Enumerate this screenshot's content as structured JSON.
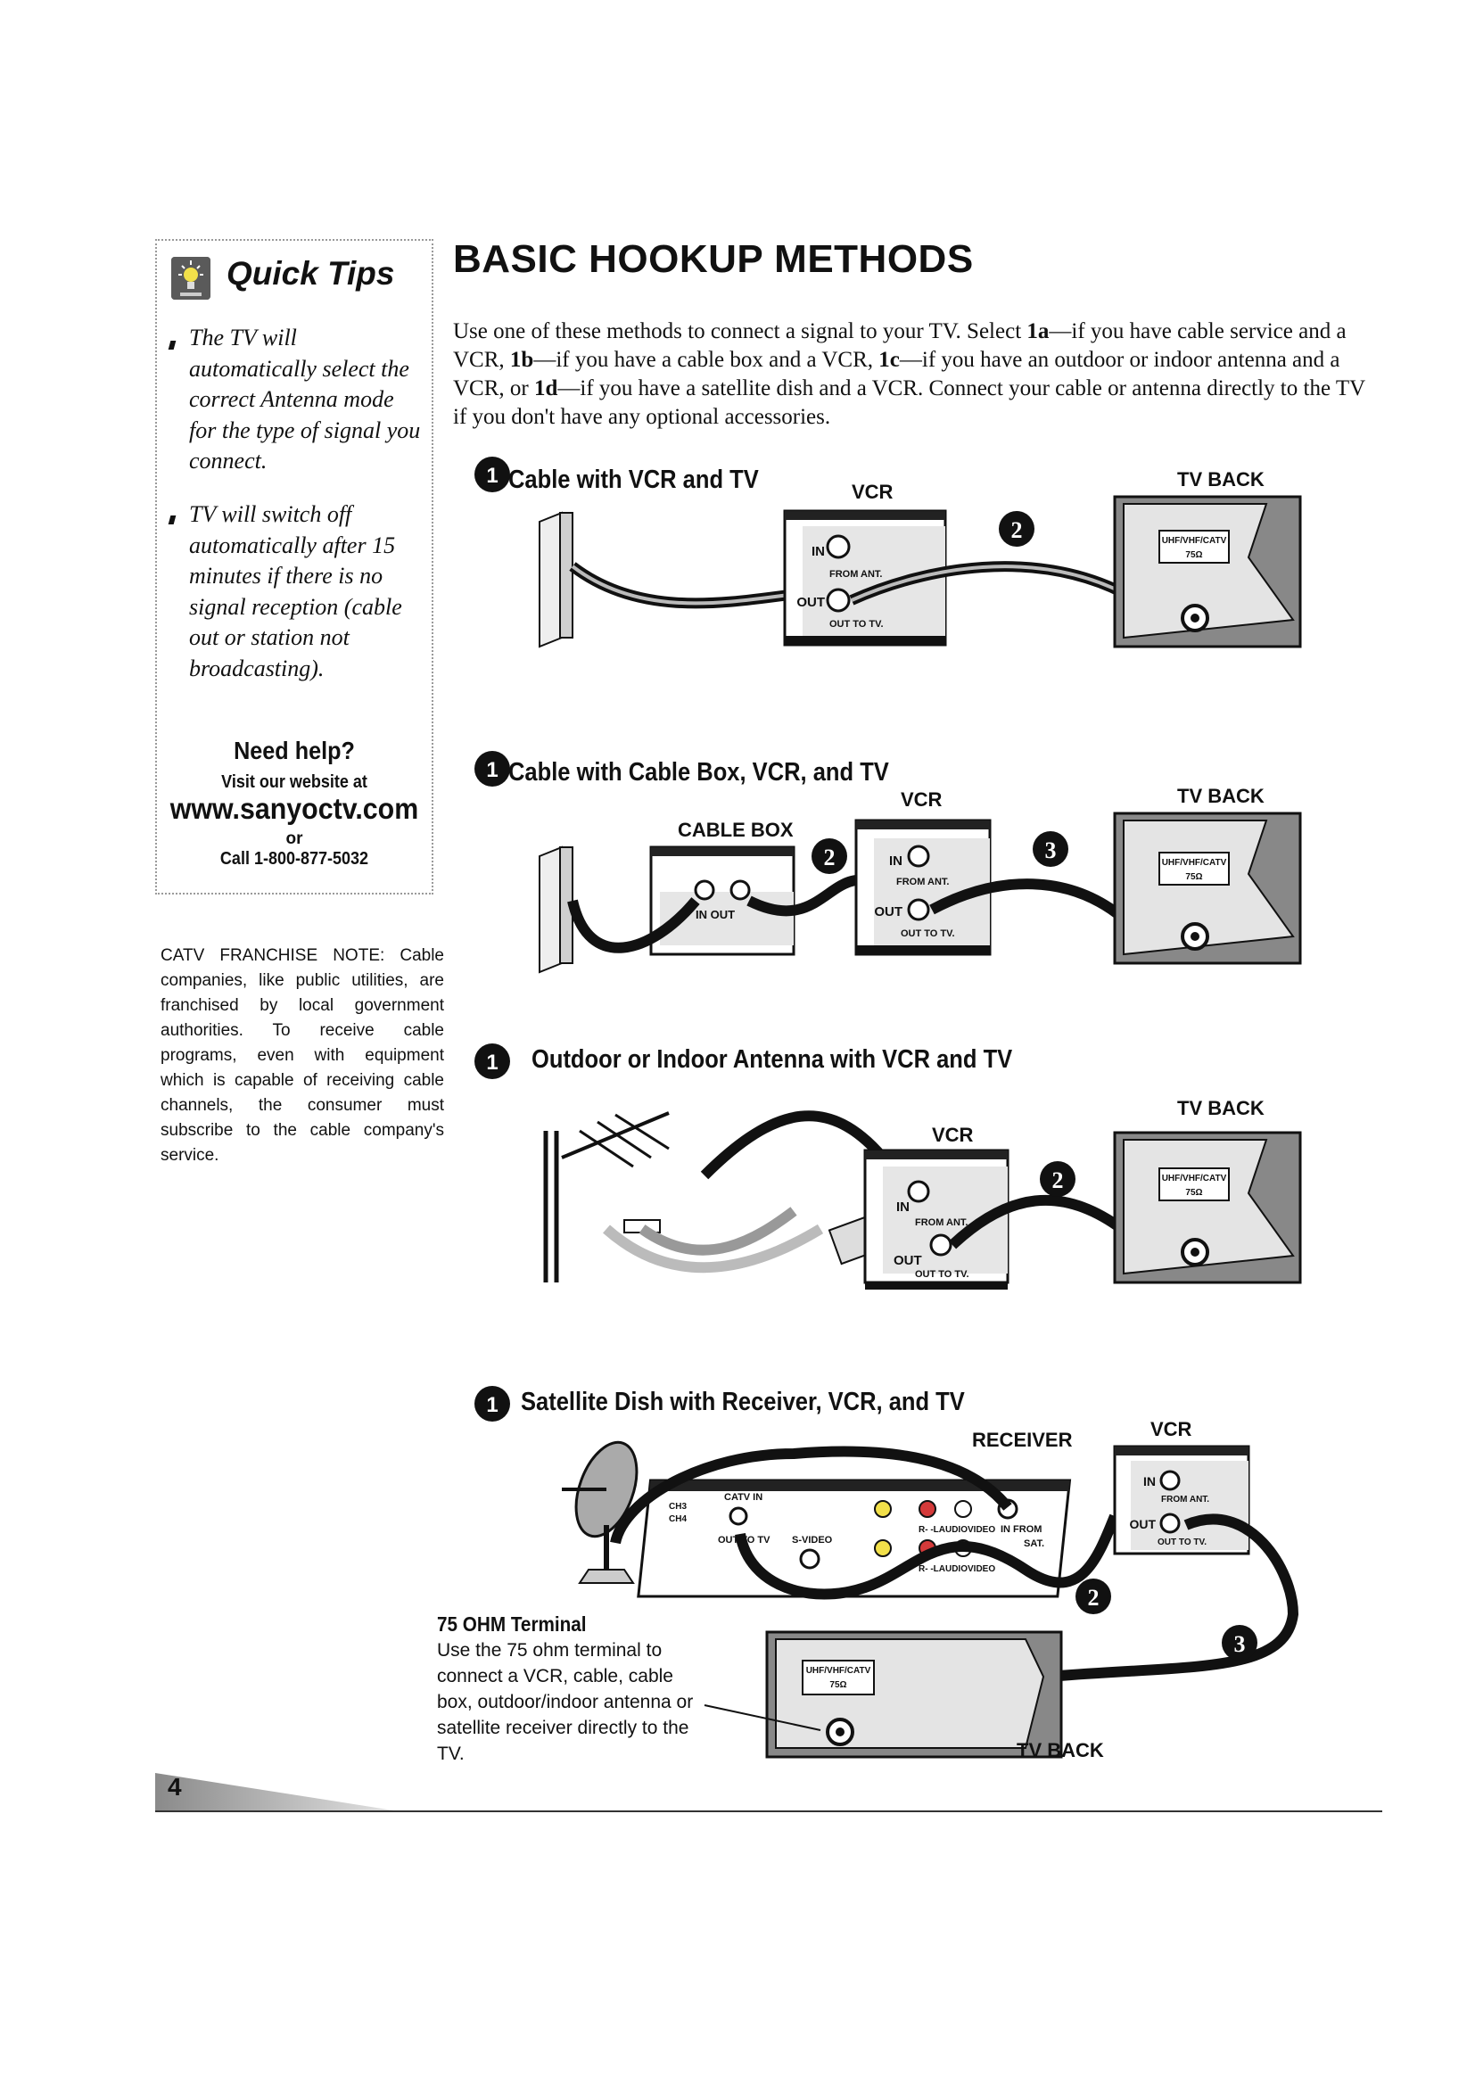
{
  "sidebar": {
    "title": "Quick Tips",
    "tips": [
      "The TV will automatically select the correct Antenna mode for the type of signal you connect.",
      "TV will switch off automatically after 15 minutes if there is no signal reception (cable out or station not broadcasting)."
    ],
    "help": {
      "heading": "Need help?",
      "visit": "Visit our website at",
      "website": "www.sanyoctv.com",
      "or": "or",
      "call": "Call 1-800-877-5032"
    },
    "catv_note": "CATV FRANCHISE NOTE: Cable companies, like public utilities, are franchised by local government authorities. To receive cable programs, even with equipment which is capable of receiving cable channels, the consumer must subscribe to the cable company's service."
  },
  "main": {
    "title": "BASIC HOOKUP METHODS",
    "intro": {
      "p1": "Use one of these methods to connect a signal to your TV. Select ",
      "k1": "1a",
      "p2": "—if you have cable service and a VCR, ",
      "k2": "1b",
      "p3": "—if you have a cable box and a VCR, ",
      "k3": "1c",
      "p4": "—if you have an outdoor or indoor antenna and a VCR, or ",
      "k4": "1d",
      "p5": "—if you have a satellite dish and a VCR. Connect your cable or antenna directly to the TV if you don't have any optional accessories."
    },
    "sections": [
      {
        "title": "Cable with VCR and TV"
      },
      {
        "title": "Cable with Cable Box, VCR, and TV"
      },
      {
        "title": "Outdoor or Indoor Antenna with VCR and TV"
      },
      {
        "title": "Satellite Dish with Receiver, VCR, and TV"
      }
    ],
    "labels": {
      "vcr": "VCR",
      "tv_back": "TV BACK",
      "cable_box": "CABLE BOX",
      "receiver": "RECEIVER",
      "in": "IN",
      "out": "OUT",
      "from_ant": "FROM ANT.",
      "out_to_tv": "OUT TO TV.",
      "in_out": "IN OUT",
      "uhf": "UHF/VHF/CATV",
      "ohm": "75Ω",
      "catv_in": "CATV IN",
      "out_to_tv2": "OUT TO TV",
      "svideo": "S-VIDEO",
      "ch3": "CH3",
      "ch4": "CH4",
      "audio_video": "R- -LAUDIOVIDEO",
      "in_from": "IN FROM",
      "sat": "SAT."
    },
    "terminal": {
      "title": "75 OHM Terminal",
      "description": "Use the 75 ohm terminal to connect a VCR, cable, cable box, outdoor/indoor antenna or satellite receiver directly to the TV."
    }
  },
  "footer": {
    "page_number": "4"
  }
}
